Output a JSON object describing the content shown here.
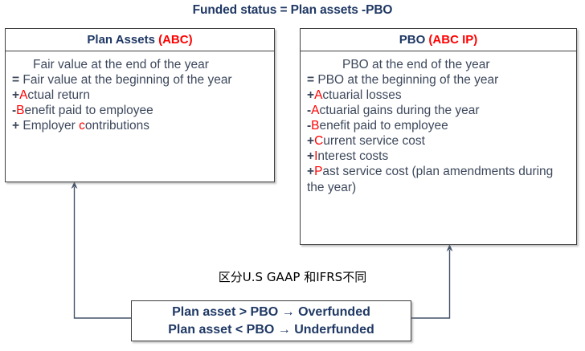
{
  "title": "Funded status = Plan assets -PBO",
  "colors": {
    "navy": "#1F3864",
    "red": "#FF0000",
    "body_text": "#3D485C",
    "box_border": "#3F3F3F",
    "connector": "#44546A",
    "note_text": "#000000"
  },
  "plan_assets_box": {
    "header": {
      "title": "Plan Assets ",
      "code": "(ABC)"
    },
    "lines": [
      {
        "op": "",
        "hl": "",
        "rest": "Fair value at the end of the year"
      },
      {
        "op": "=",
        "hl": "",
        "rest": "Fair value at the beginning of the year"
      },
      {
        "op": "+",
        "hl": "A",
        "rest": "ctual return"
      },
      {
        "op": "-",
        "hl": "B",
        "rest": "enefit paid to employee"
      },
      {
        "op": "+",
        "hl": "",
        "rest": "Employer contributions",
        "inline_hl": "c"
      }
    ]
  },
  "pbo_box": {
    "header": {
      "title": "PBO ",
      "code": "(ABC IP)"
    },
    "lines": [
      {
        "op": "",
        "hl": "",
        "rest": "PBO at the end of the year"
      },
      {
        "op": "=",
        "hl": "",
        "rest": "PBO at the beginning of the year"
      },
      {
        "op": "+",
        "hl": "A",
        "rest": "ctuarial losses"
      },
      {
        "op": "-",
        "hl": "A",
        "rest": "ctuarial gains during the year"
      },
      {
        "op": "-",
        "hl": "B",
        "rest": "enefit paid to employee"
      },
      {
        "op": "+",
        "hl": "C",
        "rest": "urrent service cost"
      },
      {
        "op": "+",
        "hl": "I",
        "rest": "nterest costs"
      },
      {
        "op": "+",
        "hl": "P",
        "rest": "ast service cost (plan amendments during the year)"
      }
    ]
  },
  "note": "区分U.S GAAP 和IFRS不同",
  "funding_result_box": {
    "line1": "Plan asset > PBO → Overfunded",
    "line2": "Plan asset < PBO → Underfunded"
  },
  "connectors": [
    {
      "name": "result-to-plan-assets",
      "from": "funding-result-box-left",
      "to": "plan-assets-box-bottom"
    },
    {
      "name": "result-to-pbo",
      "from": "funding-result-box-right",
      "to": "pbo-box-bottom"
    }
  ]
}
